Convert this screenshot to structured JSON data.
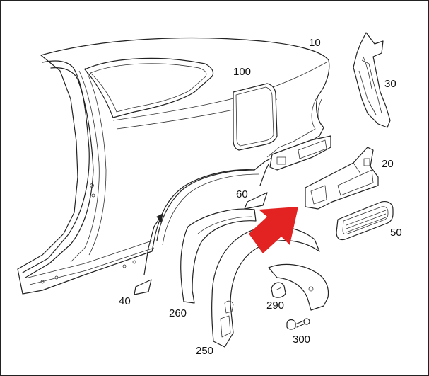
{
  "diagram": {
    "callouts": {
      "p10": "10",
      "p20": "20",
      "p30": "30",
      "p40": "40",
      "p50": "50",
      "p60": "60",
      "p100": "100",
      "p250": "250",
      "p260": "260",
      "p290": "290",
      "p300": "300"
    },
    "colors": {
      "arrow": "#e32222",
      "line": "#222222",
      "background": "#ffffff"
    }
  }
}
